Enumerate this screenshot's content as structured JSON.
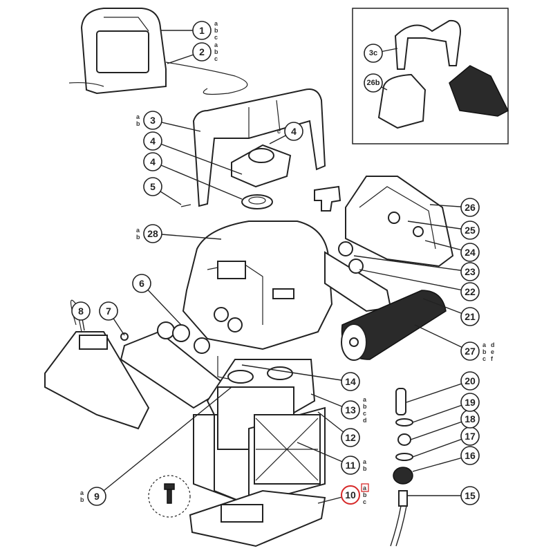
{
  "diagram": {
    "inset_callouts": [
      {
        "id": "3c",
        "label": "3c"
      },
      {
        "id": "26b",
        "label": "26b"
      }
    ],
    "callouts": [
      {
        "label": "1",
        "suffixes": [
          "a",
          "b",
          "c"
        ]
      },
      {
        "label": "2",
        "suffixes": [
          "a",
          "b",
          "c"
        ]
      },
      {
        "label": "3",
        "suffixes": [
          "a",
          "b"
        ]
      },
      {
        "label": "4",
        "suffixes": [
          "c"
        ]
      },
      {
        "label": "4",
        "suffixes": []
      },
      {
        "label": "4",
        "suffixes": []
      },
      {
        "label": "5",
        "suffixes": []
      },
      {
        "label": "28",
        "suffixes": [
          "a",
          "b"
        ]
      },
      {
        "label": "6",
        "suffixes": []
      },
      {
        "label": "7",
        "suffixes": []
      },
      {
        "label": "8",
        "suffixes": []
      },
      {
        "label": "9",
        "suffixes": [
          "a",
          "b"
        ]
      },
      {
        "label": "10",
        "suffixes": [
          "a",
          "b",
          "c"
        ],
        "highlighted": true,
        "highlighted_suffix": "a"
      },
      {
        "label": "11",
        "suffixes": [
          "a",
          "b"
        ]
      },
      {
        "label": "12",
        "suffixes": []
      },
      {
        "label": "13",
        "suffixes": [
          "a",
          "b",
          "c",
          "d"
        ]
      },
      {
        "label": "14",
        "suffixes": []
      },
      {
        "label": "15",
        "suffixes": []
      },
      {
        "label": "16",
        "suffixes": []
      },
      {
        "label": "17",
        "suffixes": []
      },
      {
        "label": "18",
        "suffixes": []
      },
      {
        "label": "19",
        "suffixes": []
      },
      {
        "label": "20",
        "suffixes": []
      },
      {
        "label": "21",
        "suffixes": []
      },
      {
        "label": "22",
        "suffixes": []
      },
      {
        "label": "23",
        "suffixes": []
      },
      {
        "label": "24",
        "suffixes": []
      },
      {
        "label": "25",
        "suffixes": []
      },
      {
        "label": "26",
        "suffixes": []
      },
      {
        "label": "27",
        "suffixes": [
          "a",
          "d",
          "b",
          "e",
          "c",
          "f"
        ]
      }
    ],
    "highlight_color": "#d62828"
  }
}
